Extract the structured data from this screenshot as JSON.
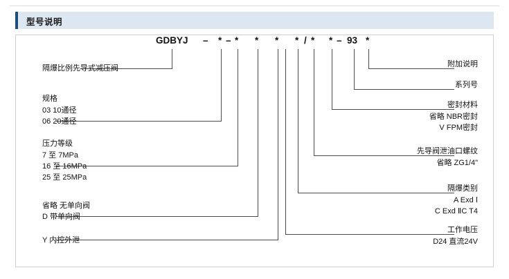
{
  "section": {
    "title": "型号说明"
  },
  "model_code": {
    "segments": [
      "GDBYJ",
      "–",
      "*",
      "–",
      "*",
      "*",
      "*",
      "*",
      "*",
      "/",
      "*",
      "*",
      "–",
      "93",
      "*"
    ],
    "full": "GDBYJ - *-* * * */* *-93 *"
  },
  "left_callouts": [
    {
      "name": "product-name",
      "lines": [
        "隔爆比例先导式减压阀"
      ]
    },
    {
      "name": "spec",
      "lines": [
        "规格",
        "03  10通径",
        "06  20通径"
      ]
    },
    {
      "name": "pressure-rating",
      "lines": [
        "压力等级",
        "7     至 7MPa",
        "16   至 16MPa",
        "25   至 25MPa"
      ]
    },
    {
      "name": "check-valve",
      "lines": [
        "省略  无单向阀",
        "D       带单向阀"
      ]
    },
    {
      "name": "internal-drain",
      "lines": [
        "Y       内控外泄"
      ]
    }
  ],
  "right_callouts": [
    {
      "name": "additional-description",
      "lines": [
        "附加说明"
      ]
    },
    {
      "name": "series-number",
      "lines": [
        "系列号"
      ]
    },
    {
      "name": "seal-material",
      "lines": [
        "密封材料",
        "省略  NBR密封",
        "V       FPM密封"
      ]
    },
    {
      "name": "pilot-drain-thread",
      "lines": [
        "先导阀泄油口螺纹",
        "省略   ZG1/4\""
      ]
    },
    {
      "name": "explosion-proof-class",
      "lines": [
        "隔爆类别",
        "A        Exd Ⅰ",
        "C  Exd ⅡC T4"
      ]
    },
    {
      "name": "working-voltage",
      "lines": [
        "工作电压",
        "D24    直流24V"
      ]
    }
  ]
}
